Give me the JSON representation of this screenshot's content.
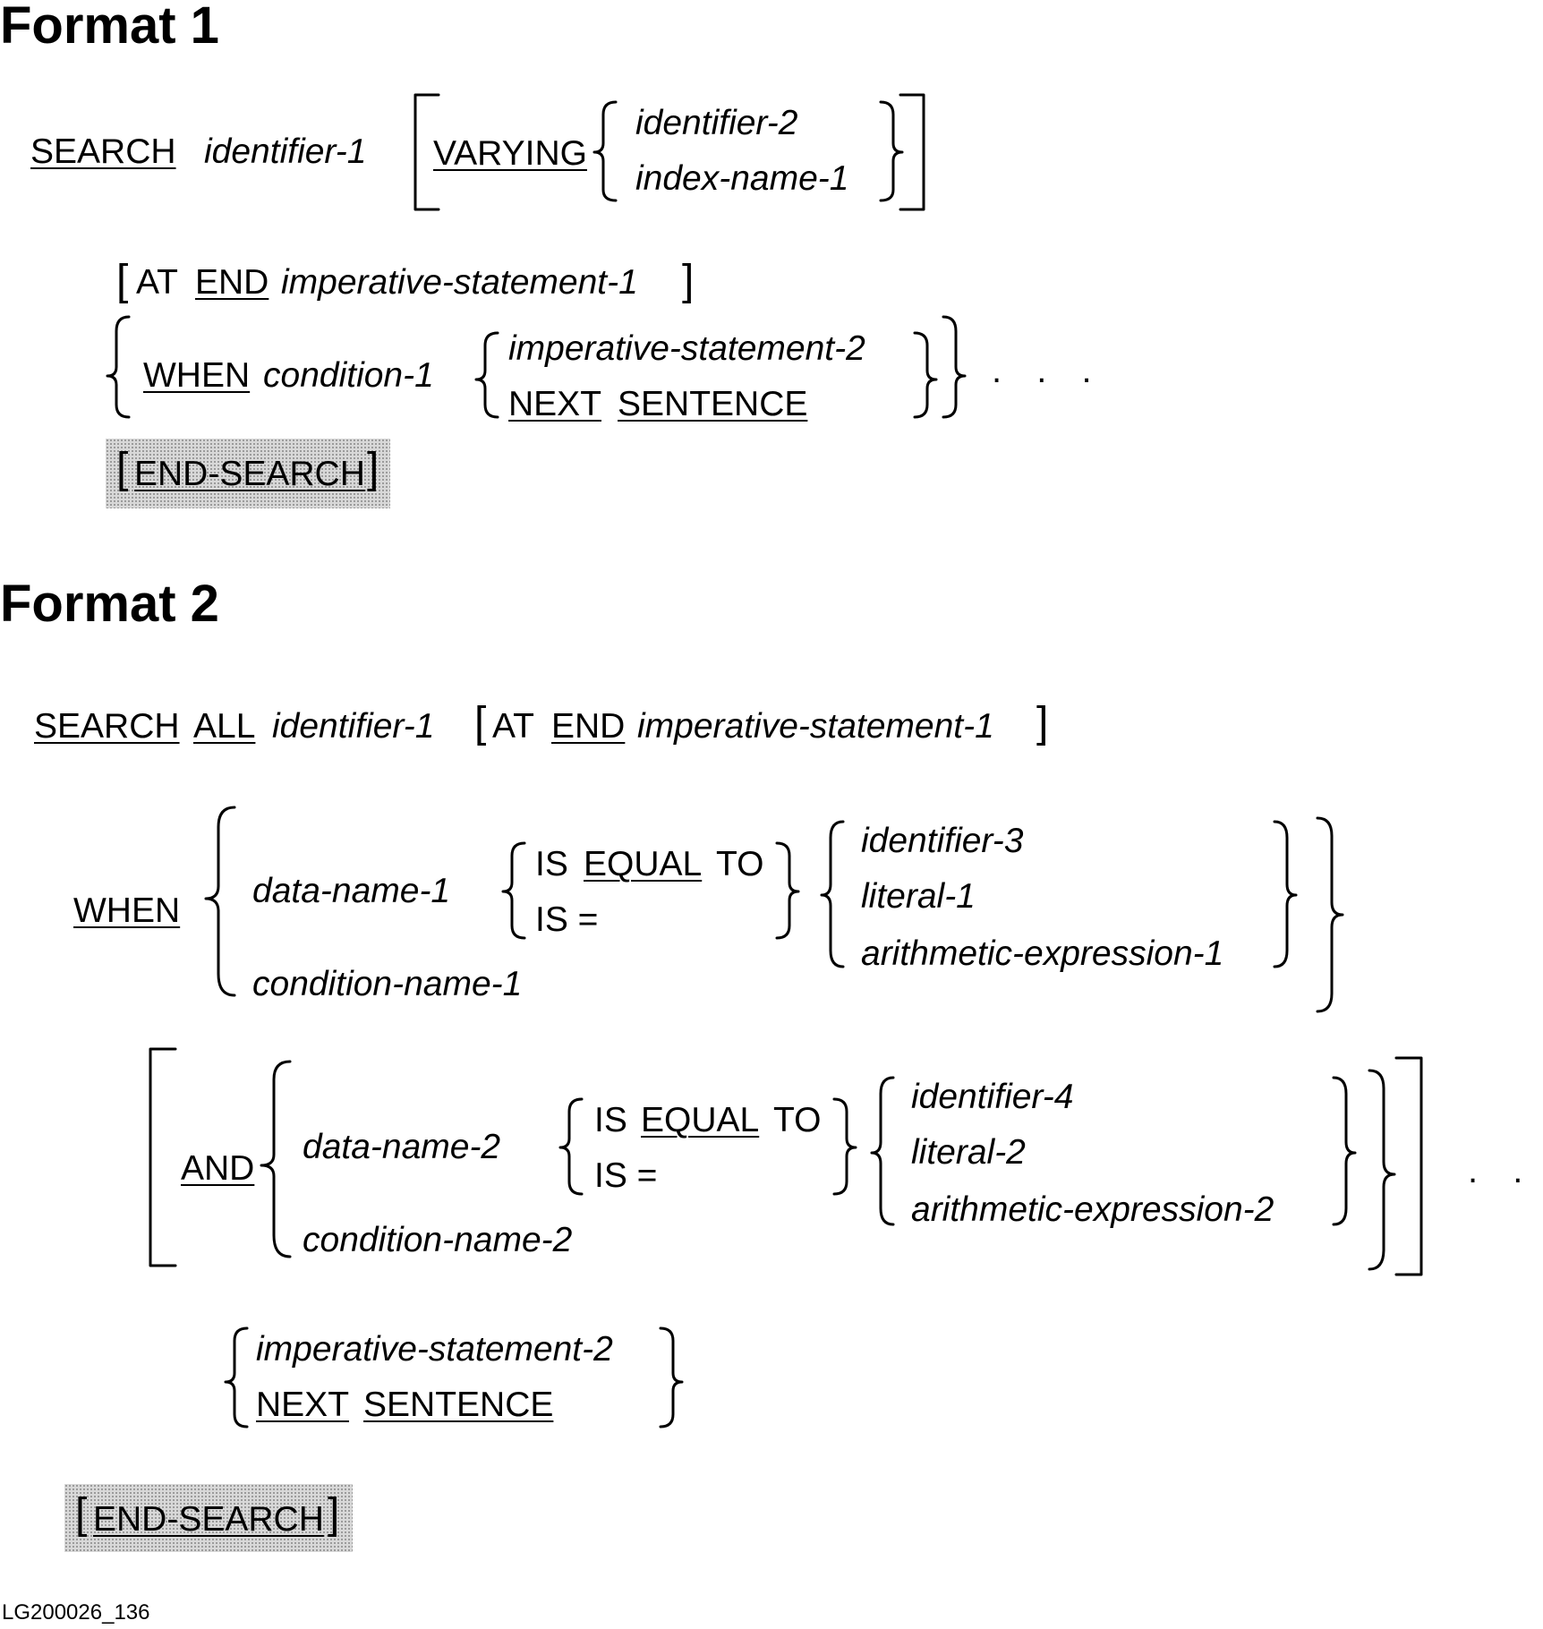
{
  "format1": {
    "heading": "Format 1",
    "search": "SEARCH",
    "identifier_1": "identifier-1",
    "varying": "VARYING",
    "identifier_2": "identifier-2",
    "index_name_1": "index-name-1",
    "at": "AT",
    "end": "END",
    "imperative_1": "imperative-statement-1",
    "when": "WHEN",
    "condition_1": "condition-1",
    "imperative_2": "imperative-statement-2",
    "next": "NEXT",
    "sentence": "SENTENCE",
    "ellipsis": ". . .",
    "end_search": "END-SEARCH"
  },
  "format2": {
    "heading": "Format 2",
    "search": "SEARCH",
    "all": "ALL",
    "identifier_1": "identifier-1",
    "at": "AT",
    "end": "END",
    "imperative_1": "imperative-statement-1",
    "when": "WHEN",
    "data_name_1": "data-name-1",
    "is_1": "IS",
    "equal_1": "EQUAL",
    "to_1": "TO",
    "is_eq_1": "IS =",
    "identifier_3": "identifier-3",
    "literal_1": "literal-1",
    "arith_1": "arithmetic-expression-1",
    "condition_name_1": "condition-name-1",
    "and": "AND",
    "data_name_2": "data-name-2",
    "is_2": "IS",
    "equal_2": "EQUAL",
    "to_2": "TO",
    "is_eq_2": "IS =",
    "identifier_4": "identifier-4",
    "literal_2": "literal-2",
    "arith_2": "arithmetic-expression-2",
    "condition_name_2": "condition-name-2",
    "ellipsis": ". . .",
    "imperative_2": "imperative-statement-2",
    "next": "NEXT",
    "sentence": "SENTENCE",
    "end_search": "END-SEARCH"
  },
  "figure_id": "LG200026_136"
}
